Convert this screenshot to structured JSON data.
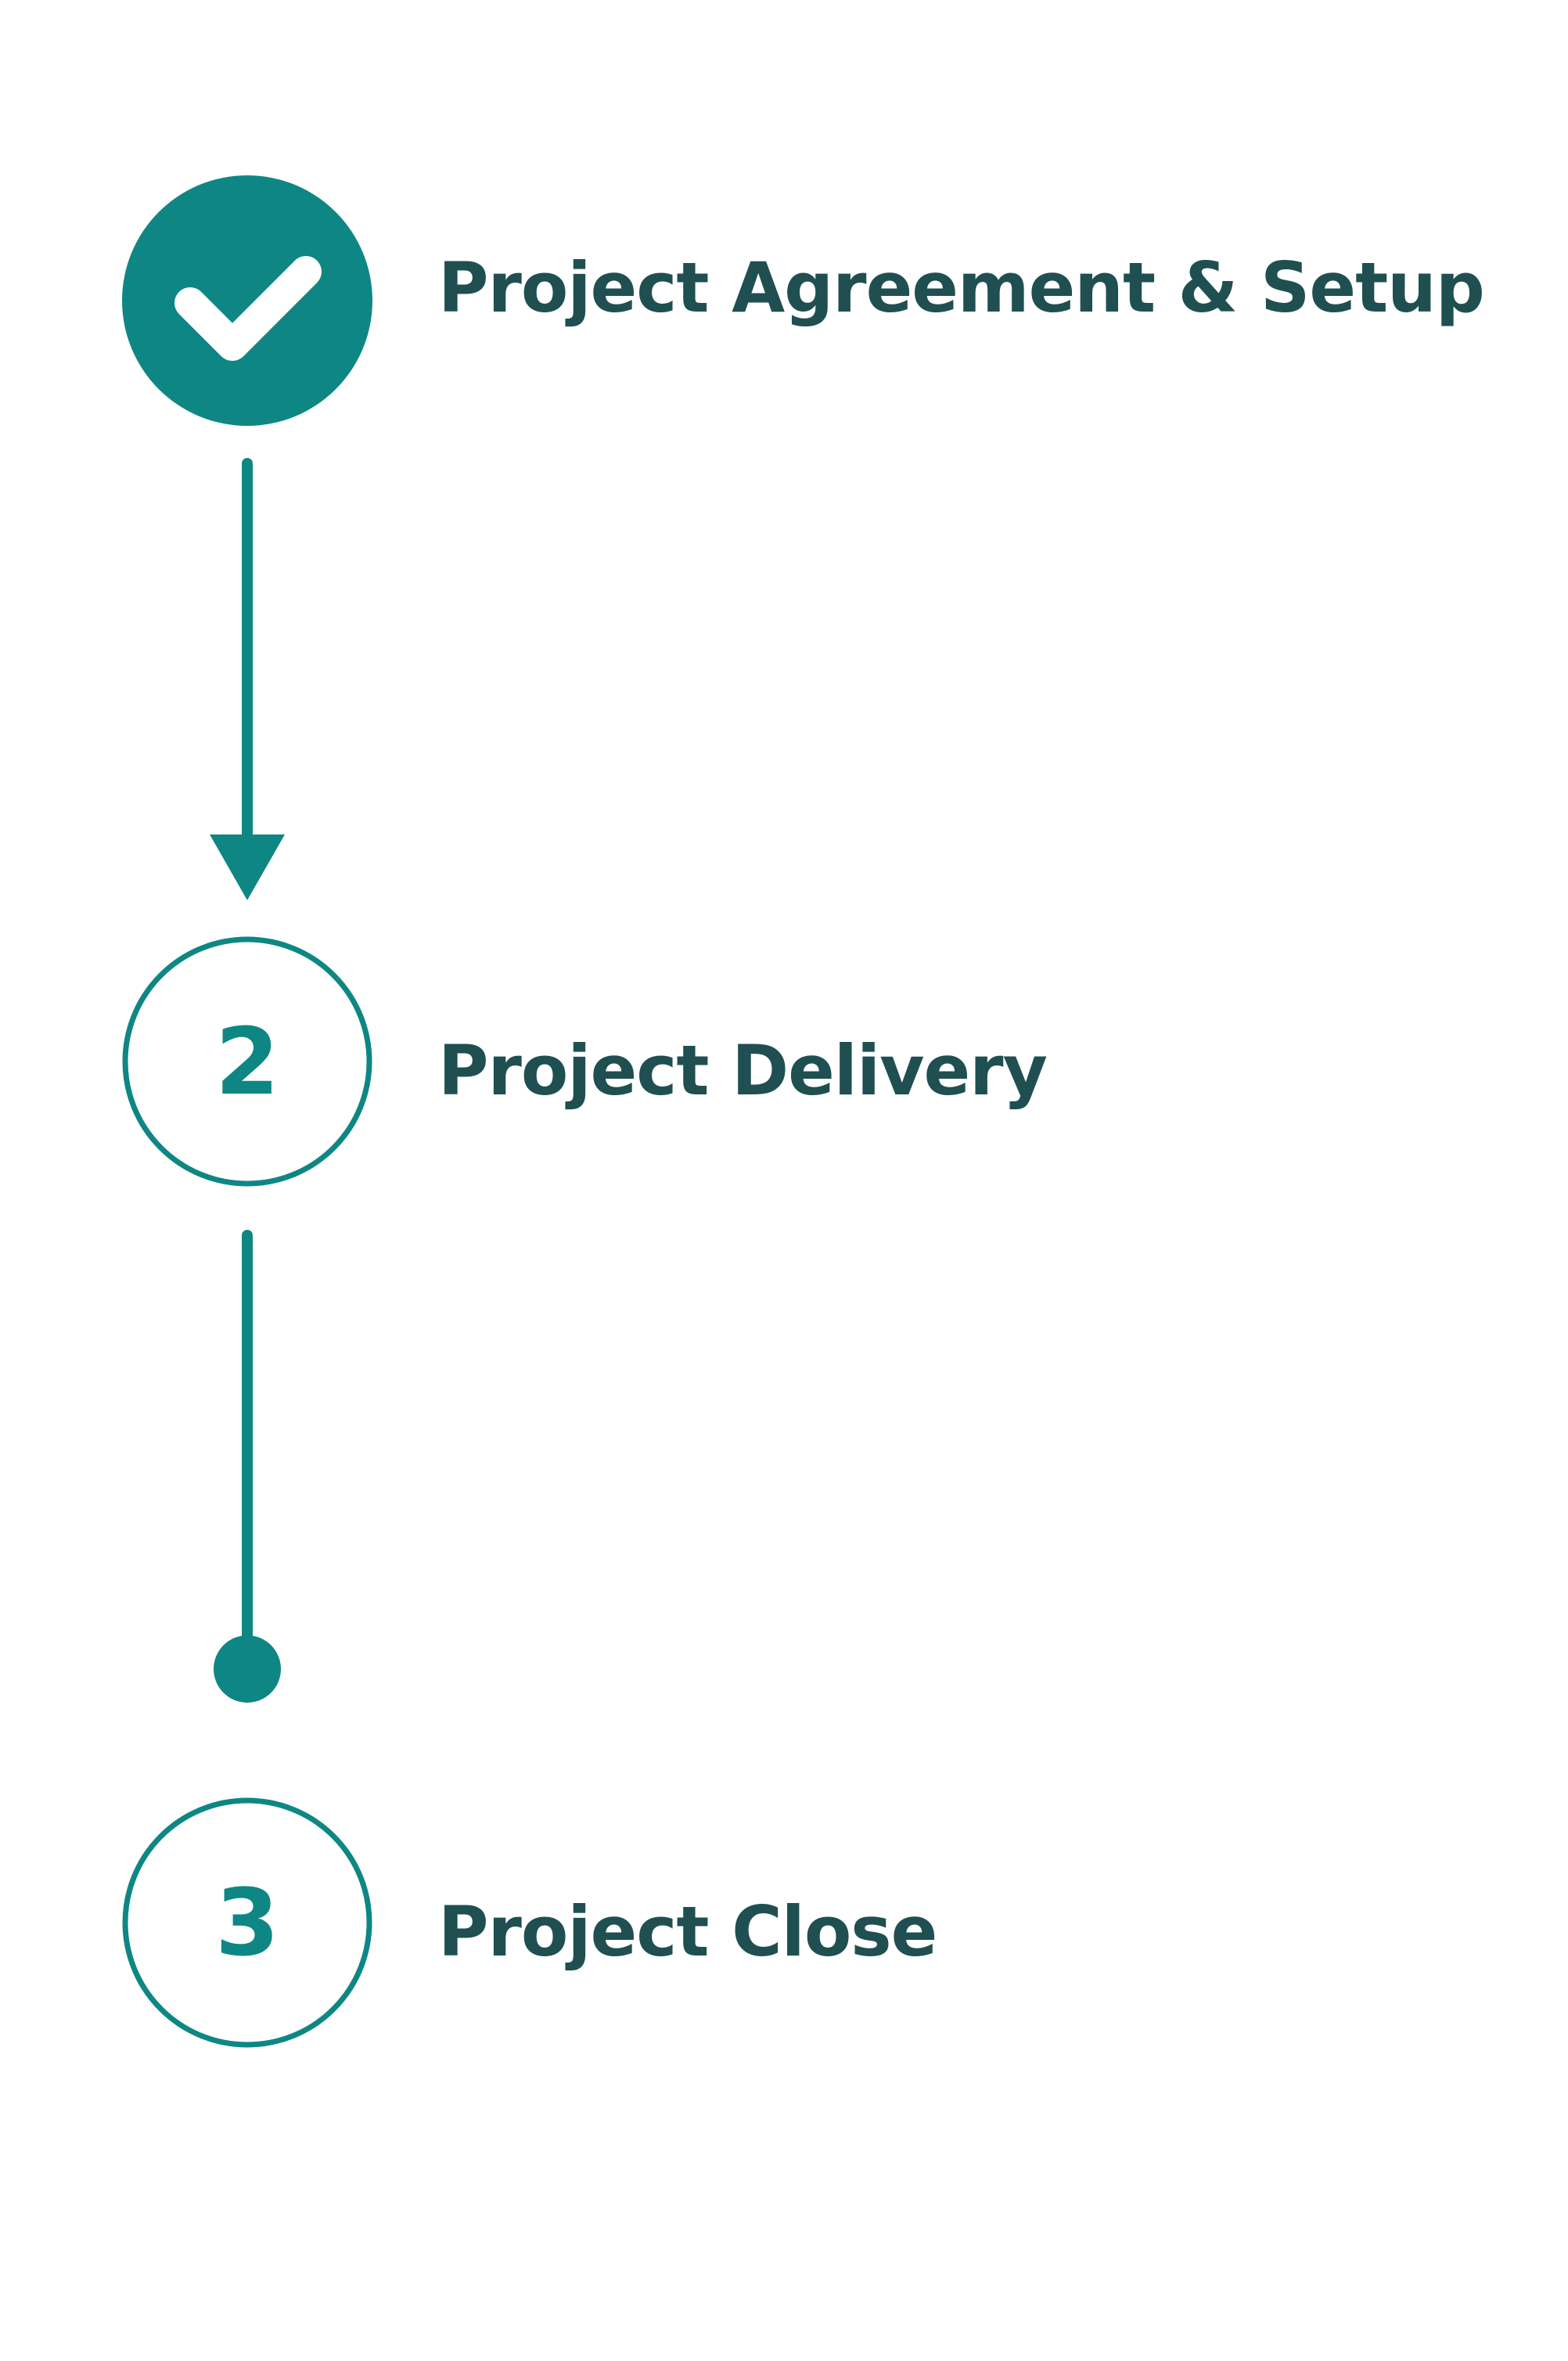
{
  "colors": {
    "accent": "#0e8784",
    "title_text": "#1f4f51",
    "check_mark": "#ffffff",
    "background": "#ffffff"
  },
  "steps": [
    {
      "label": "Project Agreement & Setup",
      "status": "completed",
      "icon": "check-icon"
    },
    {
      "label": "Project Delivery",
      "number": "2",
      "status": "pending"
    },
    {
      "label": "Project Close",
      "number": "3",
      "status": "pending"
    }
  ],
  "connectors": [
    {
      "from": 1,
      "to": 2,
      "end": "arrow-down-icon"
    },
    {
      "from": 2,
      "to": 3,
      "end": "dot-icon"
    }
  ]
}
